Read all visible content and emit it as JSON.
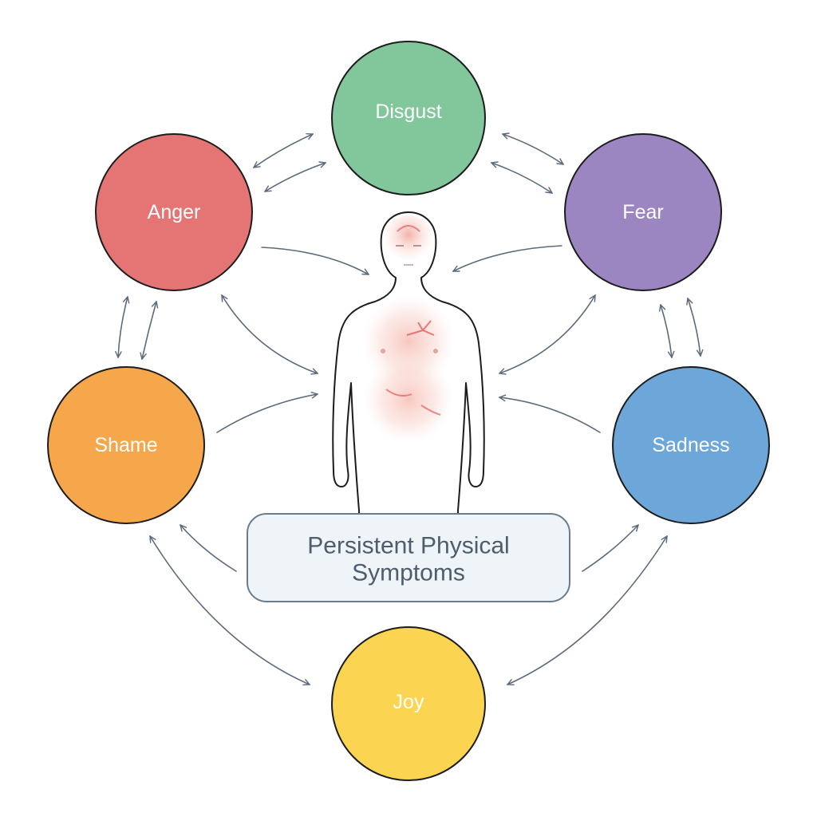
{
  "emotions": [
    {
      "id": "disgust",
      "label": "Disgust",
      "color": "#82c69c"
    },
    {
      "id": "anger",
      "label": "Anger",
      "color": "#e57574"
    },
    {
      "id": "fear",
      "label": "Fear",
      "color": "#9b86c2"
    },
    {
      "id": "shame",
      "label": "Shame",
      "color": "#f7a74b"
    },
    {
      "id": "sadness",
      "label": "Sadness",
      "color": "#6da6d8"
    },
    {
      "id": "joy",
      "label": "Joy",
      "color": "#fbd452"
    }
  ],
  "center": {
    "line1": "Persistent Physical",
    "line2": "Symptoms",
    "fill": "#eef4f8",
    "stroke": "#6b7c8c"
  },
  "symptom_color": "#e85a5a"
}
